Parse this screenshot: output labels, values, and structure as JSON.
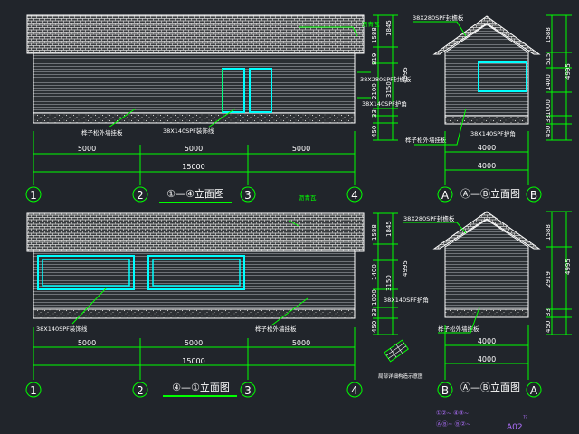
{
  "drawing": {
    "sheet_number": "A02",
    "sheet_suffix": "??",
    "colors": {
      "background": "#21252b",
      "dimension": "#00ff00",
      "outline": "#ffffff",
      "window": "#00ffff",
      "title_underline": "#00ff00",
      "legend": "#b070ff"
    }
  },
  "top_left": {
    "title": "①—④立面图",
    "roof_label": "沥青瓦",
    "siding_label": "桦子松外墙挂板",
    "trim_label": "38X140SPF装饰线",
    "dims": {
      "span1": "5000",
      "span2": "5000",
      "span3": "5000",
      "total": "15000"
    },
    "axes": [
      "1",
      "2",
      "3",
      "4"
    ],
    "vdims": [
      "1588",
      "1845",
      "819",
      "4995",
      "3150",
      "2100",
      "33",
      "450"
    ]
  },
  "top_right": {
    "title": "Ⓐ—Ⓑ立面图",
    "label_top": "38X280SPF封檐板",
    "label_mid": "38X280SPF封檐板",
    "label_low": "38X140SPF护角",
    "siding_label": "桦子松外墙挂板",
    "corner_label": "38X140SPF护角",
    "dims": {
      "span": "4000",
      "total": "4000"
    },
    "axis_left": "A",
    "axis_right": "B",
    "vdims": [
      "1588",
      "515",
      "4995",
      "1400",
      "1000",
      "33",
      "450"
    ]
  },
  "bottom_left": {
    "title": "④—①立面图",
    "roof_label": "沥青瓦",
    "trim_label": "38X140SPF装饰线",
    "siding_label": "桦子松外墙挂板",
    "dims": {
      "span1": "5000",
      "span2": "5000",
      "span3": "5000",
      "total": "15000"
    },
    "axes": [
      "1",
      "2",
      "3",
      "4"
    ],
    "vdims": [
      "1588",
      "1845",
      "4995",
      "1400",
      "3150",
      "1000",
      "33",
      "450"
    ]
  },
  "bottom_right": {
    "title": "Ⓐ—Ⓑ立面图",
    "label_top": "38X280SPF封檐板",
    "corner_label": "38X140SPF护角",
    "siding_label": "桦子松外墙挂板",
    "dims": {
      "span": "4000",
      "total": "4000"
    },
    "axis_left": "B",
    "axis_right": "A",
    "vdims": [
      "1588",
      "4995",
      "2919",
      "33",
      "450"
    ]
  },
  "detail": {
    "label": "局部详细构造示意图"
  },
  "legend": {
    "row1": "①②~  ④③~",
    "row2": "ⒶⒷ~  Ⓑ②~"
  }
}
